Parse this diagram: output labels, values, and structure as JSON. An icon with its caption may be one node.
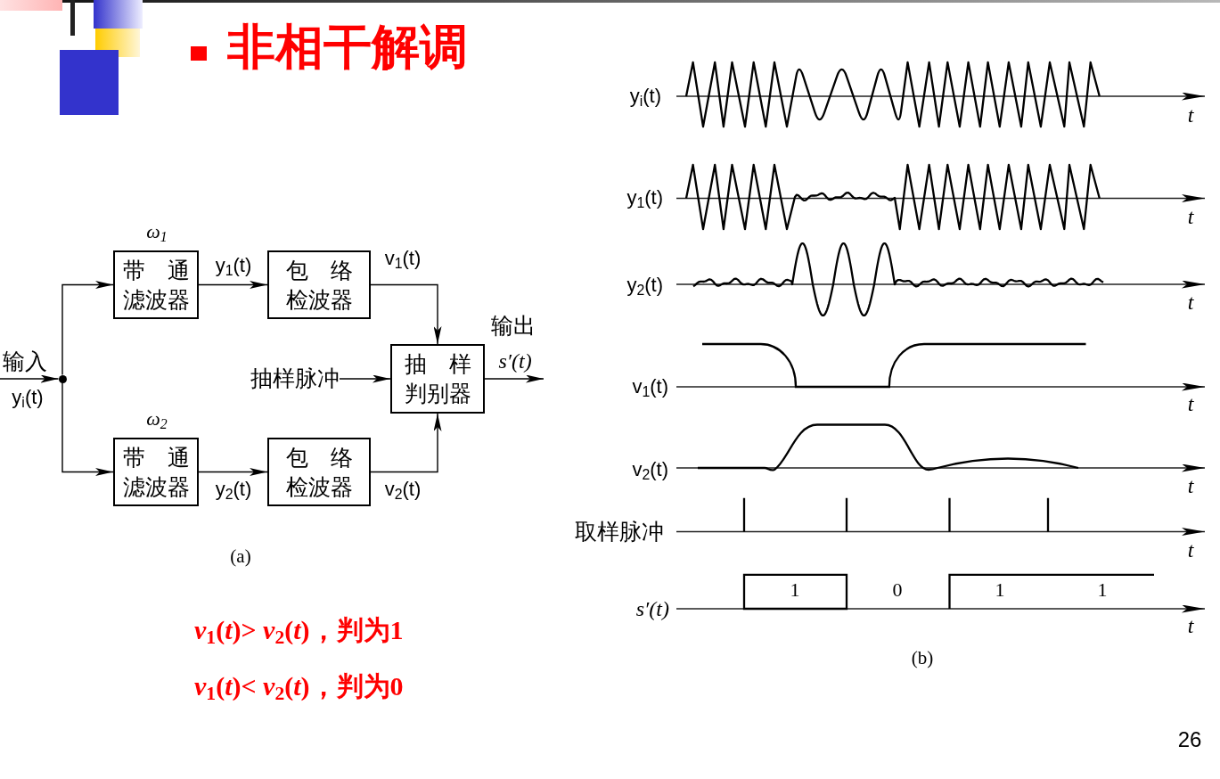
{
  "diagram": {
    "title": "非相干解调",
    "nodes": [
      {
        "text": [
          "输入"
        ]
      },
      {
        "text": [],
        "shape": "dot"
      },
      {
        "text": [
          "带通滤波器"
        ],
        "beside": [
          "ω$_{1}$"
        ]
      },
      {
        "text": [
          "包络检波器"
        ]
      },
      {
        "text": [
          "抽样脉冲"
        ]
      },
      {
        "text": [
          "抽样判别器"
        ]
      },
      {
        "text": [
          "带通滤波器"
        ],
        "beside": [
          "ω$_{2}$"
        ]
      },
      {
        "text": [
          "包络检波器"
        ]
      }
    ],
    "edges": [
      {
        "from": 0,
        "to": 1,
        "arrow": "to",
        "label": "y$_{i}$(t)"
      },
      {
        "from": 1,
        "to": 2,
        "arrow": "to"
      },
      {
        "from": 1,
        "to": 6,
        "arrow": "to"
      },
      {
        "from": 2,
        "to": 3,
        "arrow": "to",
        "label": "y$_{1}$(t)"
      },
      {
        "from": 6,
        "to": 7,
        "arrow": "to",
        "label": "y$_{2}$(t)"
      },
      {
        "from": 3,
        "to": 5,
        "arrow": "to",
        "label": "v$_{1}$(t)"
      },
      {
        "from": 7,
        "to": 5,
        "arrow": "to",
        "label": "v$_{2}$(t)"
      },
      {
        "from": 4,
        "to": 5,
        "arrow": "to"
      },
      {
        "from": 5,
        "to": null,
        "arrow": "to",
        "label": "s′(t)"
      }
    ],
    "labels": [
      "输出",
      "(a)",
      "*v*$_{1}$(*t*)> *v*$_{2}$(*t*)，判为1",
      "*v*$_{1}$(*t*)< *v*$_{2}$(*t*)，判为0",
      "y$_{i}$(t)",
      "t",
      "y$_{1}$(t)",
      "t",
      "y$_{2}$(t)",
      "t",
      "v$_{1}$(t)",
      "t",
      "v$_{2}$(t)",
      "t",
      "取样脉冲",
      "t",
      "s′(t)",
      "1",
      "0",
      "1",
      "1",
      "t",
      "(b)",
      "26"
    ]
  }
}
